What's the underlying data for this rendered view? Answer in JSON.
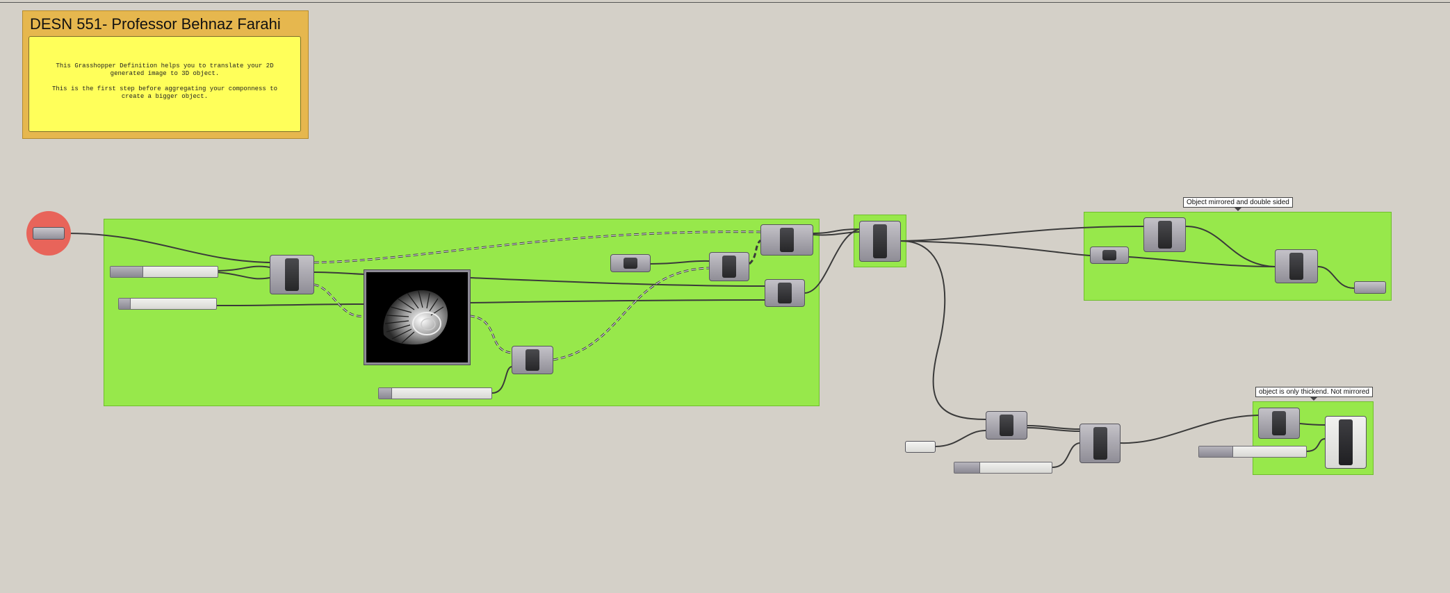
{
  "canvas": {
    "background": "#d4d0c8",
    "group_color": "#97e84b",
    "wire_color": "#3a3a3a"
  },
  "scribble": {
    "title": "DESN 551- Professor Behnaz Farahi",
    "note_line1": "This Grasshopper Definition helps you to translate your 2D generated image to 3D object.",
    "note_line2": "This is the first step before aggregating your componness to create a bigger object."
  },
  "groups": {
    "mirrored_label": "Object mirrored and double sided",
    "thickened_label": "object is only thickend. Not mirrored"
  },
  "image_panel": {
    "subject_icon": "shell-fossil-icon"
  }
}
